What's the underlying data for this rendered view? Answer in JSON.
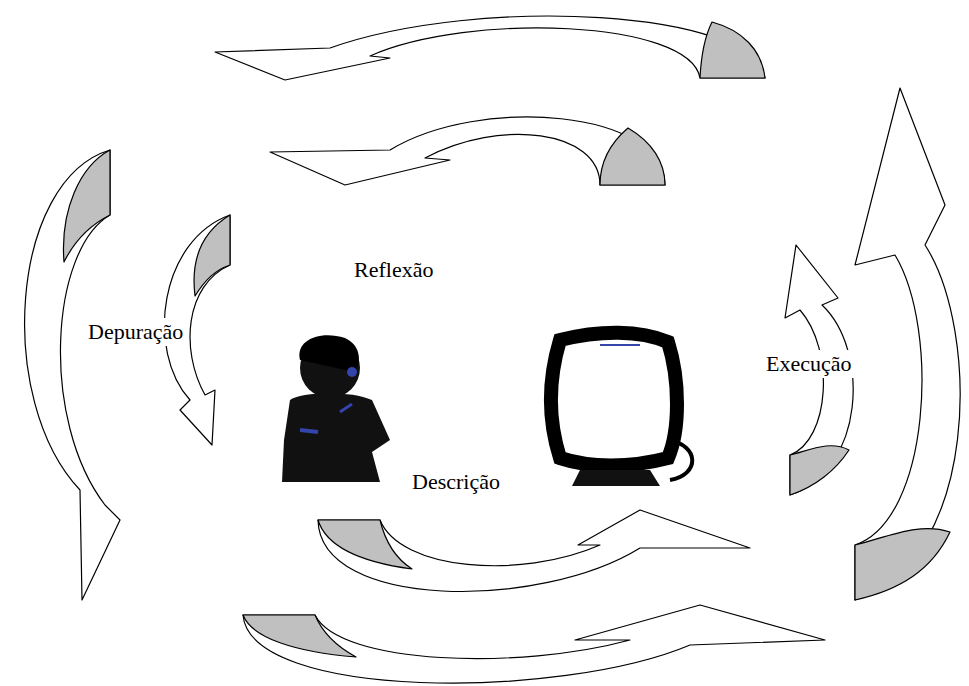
{
  "diagram": {
    "labels": [
      "Reflexão",
      "Depuração",
      "Execução",
      "Descrição"
    ]
  }
}
